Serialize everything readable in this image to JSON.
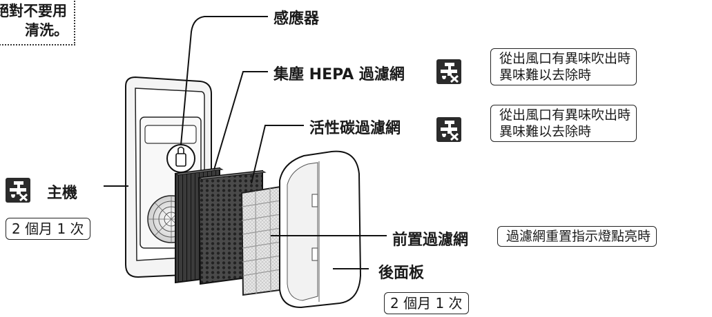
{
  "warning": {
    "line1": "絕對不要用",
    "line2": "清洗。"
  },
  "parts": {
    "sensor": "感應器",
    "hepa": "集塵 HEPA 過濾網",
    "carbon": "活性碳過濾網",
    "main_unit": "主機",
    "prefilter": "前置過濾網",
    "back_panel": "後面板"
  },
  "notes": {
    "hepa_l1": "從出風口有異味吹出時",
    "hepa_l2": "異味難以去除時",
    "carbon_l1": "從出風口有異味吹出時",
    "carbon_l2": "異味難以去除時",
    "prefilter": "過濾網重置指示燈點亮時"
  },
  "freq": {
    "main_unit": "2 個月 1 次",
    "back_panel": "2 個月 1 次"
  },
  "icons": {
    "no_water": "no-water-wash-icon"
  },
  "colors": {
    "icon_bg": "#2b2b2b",
    "filter_dark": "#3a3a3a",
    "line": "#111111"
  }
}
